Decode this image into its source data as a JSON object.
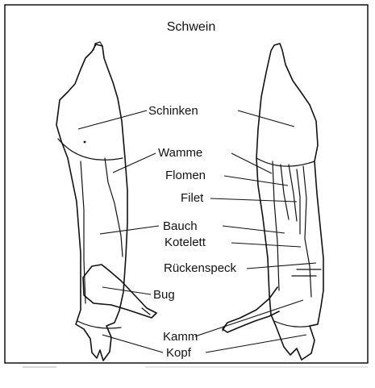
{
  "title": "Schwein",
  "labels": {
    "schinken": "Schinken",
    "wamme": "Wamme",
    "flomen": "Flomen",
    "filet": "Filet",
    "bauch": "Bauch",
    "kotelett": "Kotelett",
    "rueckenspeck": "Rückenspeck",
    "bug": "Bug",
    "kamm": "Kamm",
    "kopf": "Kopf"
  },
  "colors": {
    "ink": "#111111",
    "background": "#ffffff"
  }
}
